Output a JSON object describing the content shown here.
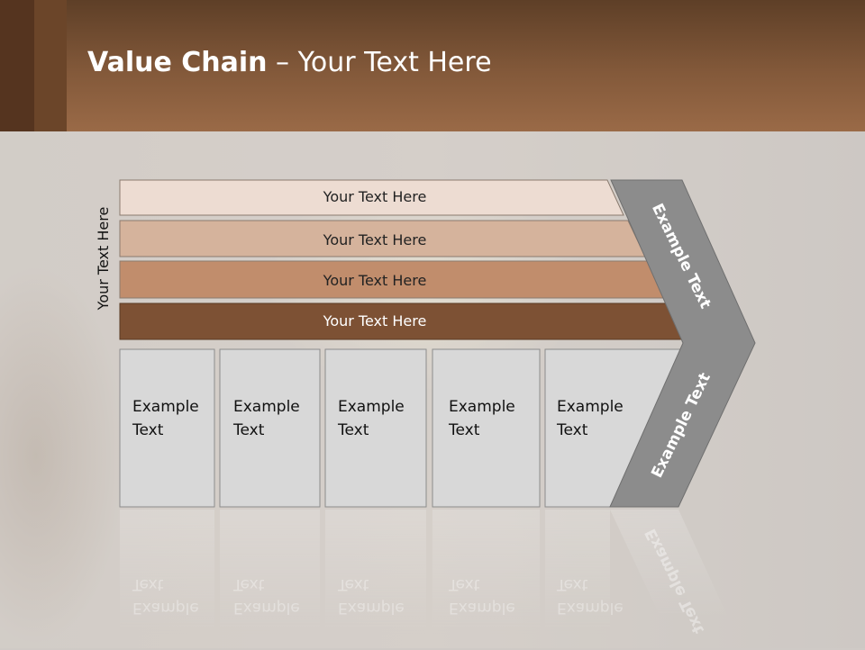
{
  "slide": {
    "title_bold": "Value Chain",
    "title_rest": " – Your Text Here",
    "vertical_label": "Your Text Here"
  },
  "bars": [
    {
      "label": "Your Text Here",
      "color": "#eddcd2"
    },
    {
      "label": "Your Text Here",
      "color": "#d5b39c"
    },
    {
      "label": "Your Text Here",
      "color": "#c18d6c"
    },
    {
      "label": "Your Text Here",
      "color": "#7d5134"
    }
  ],
  "boxes": [
    {
      "line1": "Example",
      "line2": "Text"
    },
    {
      "line1": "Example",
      "line2": "Text"
    },
    {
      "line1": "Example",
      "line2": "Text"
    },
    {
      "line1": "Example",
      "line2": "Text"
    },
    {
      "line1": "Example",
      "line2": "Text"
    }
  ],
  "chevron": {
    "top_text": "Example Text",
    "bottom_text": "Example Text",
    "color": "#8c8c8c"
  },
  "colors": {
    "header": "#83593a",
    "box_fill": "#d8d8d8"
  }
}
